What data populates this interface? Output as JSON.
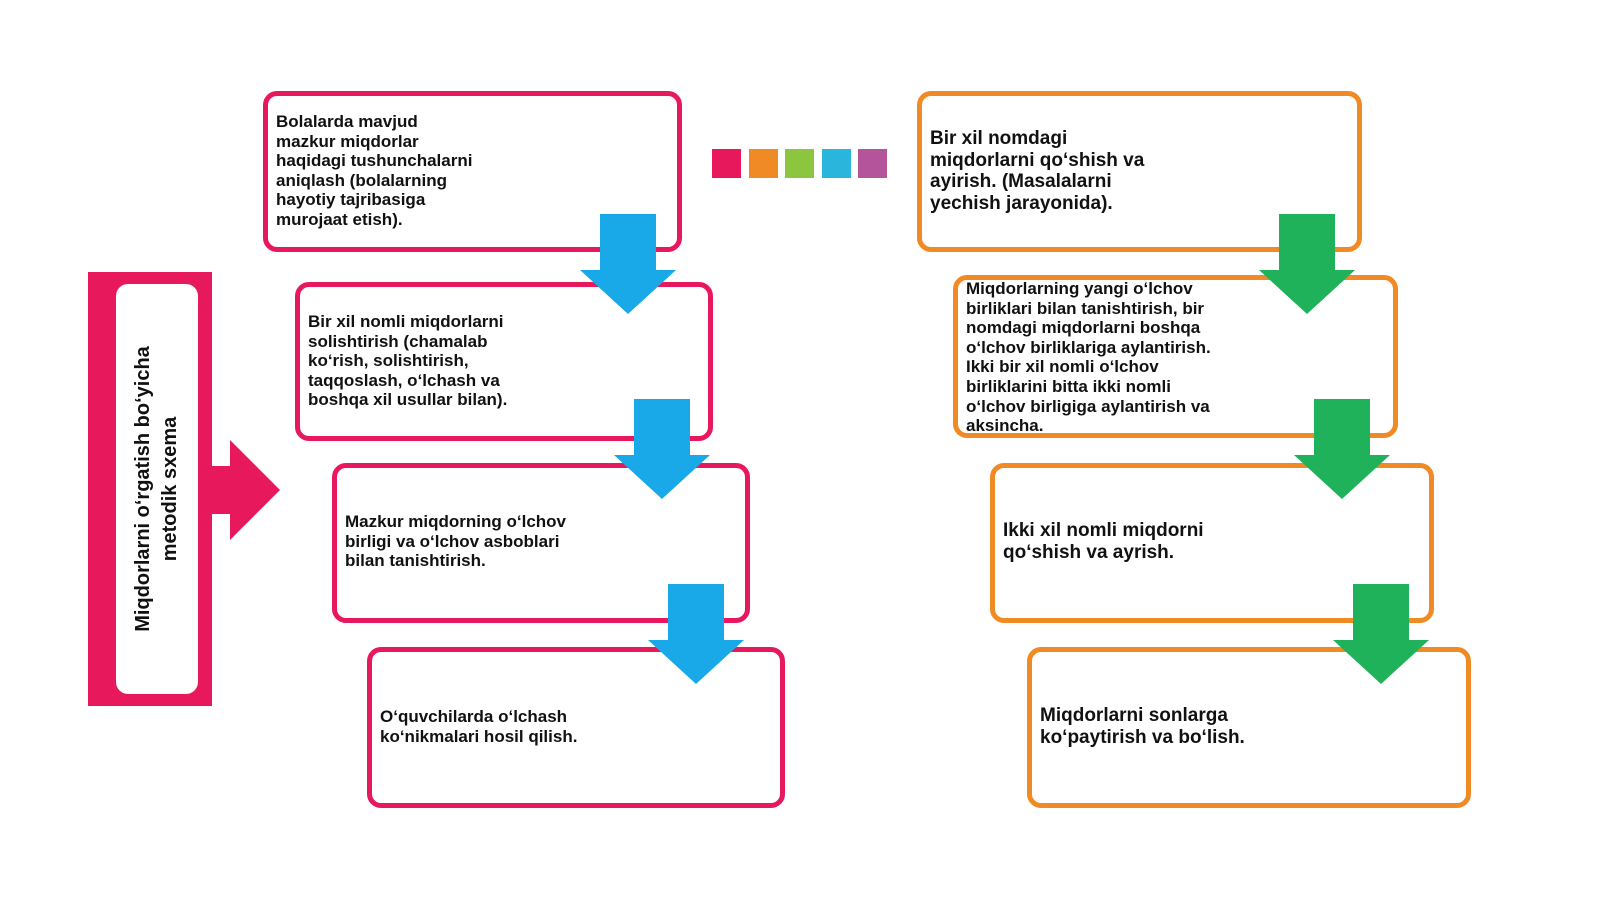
{
  "side_panel": {
    "title": "Miqdorlarni o‘rgatish bo‘yicha\nmetodik sxema"
  },
  "left_steps": [
    {
      "text": "Bolalarda mavjud\nmazkur miqdorlar\nhaqidagi tushunchalarni\naniqlash (bolalarning\nhayotiy tajribasiga\nmurojaat etish)."
    },
    {
      "text": "Bir xil nomli miqdorlarni\nsolishtirish (chamalab\nko‘rish, solishtirish,\ntaqqoslash, o‘lchash va\nboshqa xil usullar bilan)."
    },
    {
      "text": "Mazkur miqdorning o‘lchov\nbirligi va o‘lchov asboblari\nbilan tanishtirish."
    },
    {
      "text": "O‘quvchilarda o‘lchash\nko‘nikmalari hosil qilish."
    }
  ],
  "right_steps": [
    {
      "text": "Bir xil nomdagi\nmiqdorlarni qo‘shish va\nayirish. (Masalalarni\nyechish jarayonida)."
    },
    {
      "text": "Miqdorlarning yangi o‘lchov\nbirliklari bilan tanishtirish, bir\nnomdagi miqdorlarni boshqa\no‘lchov birliklariga aylantirish.\nIkki bir xil nomli o‘lchov\nbirliklarini bitta ikki nomli\no‘lchov birligiga aylantirish va\naksincha."
    },
    {
      "text": "Ikki xil nomli miqdorni\nqo‘shish va ayrish."
    },
    {
      "text": "Miqdorlarni sonlarga\nko‘paytirish va bo‘lish."
    }
  ],
  "palette": [
    "#e8185c",
    "#ef8a24",
    "#8cc63f",
    "#29b5dc",
    "#b4549a"
  ],
  "colors": {
    "left_border": "#e8185c",
    "right_border": "#ef8a24",
    "left_arrow": "#1aa9e8",
    "right_arrow": "#1fb25a",
    "side_panel": "#e8185c"
  }
}
